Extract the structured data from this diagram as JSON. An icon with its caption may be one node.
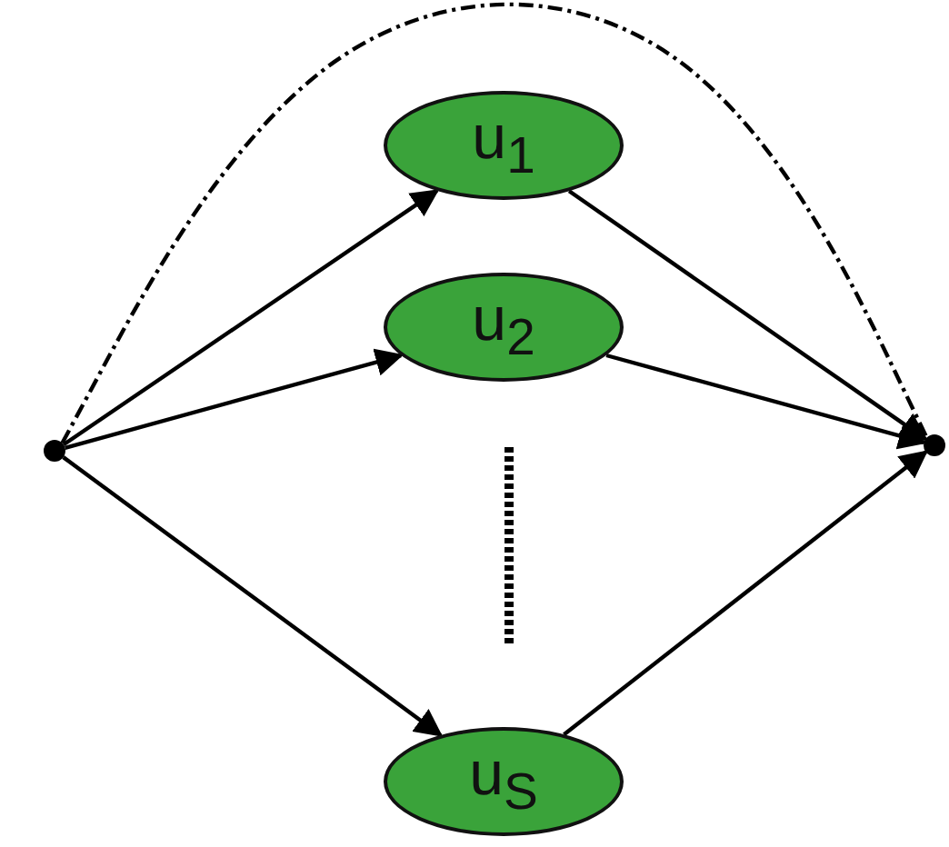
{
  "diagram": {
    "nodes": [
      {
        "text": [],
        "shape": "circle"
      },
      {
        "text": [
          "u$_{1}$"
        ]
      },
      {
        "text": [
          "u$_{2}$"
        ]
      },
      {
        "text": [
          "u$_{S}$"
        ]
      },
      {
        "text": [],
        "shape": "circle"
      }
    ],
    "edges": [
      {
        "from": 0,
        "to": 1,
        "arrow": "to"
      },
      {
        "from": 0,
        "to": 2,
        "arrow": "to"
      },
      {
        "from": 0,
        "to": 3,
        "arrow": "to"
      },
      {
        "from": 1,
        "to": 4,
        "arrow": "to"
      },
      {
        "from": 2,
        "to": 4,
        "arrow": "to"
      },
      {
        "from": 3,
        "to": 4,
        "arrow": "to"
      },
      {
        "from": 0,
        "to": 4,
        "arrow": "none",
        "style": "dashed"
      }
    ]
  }
}
